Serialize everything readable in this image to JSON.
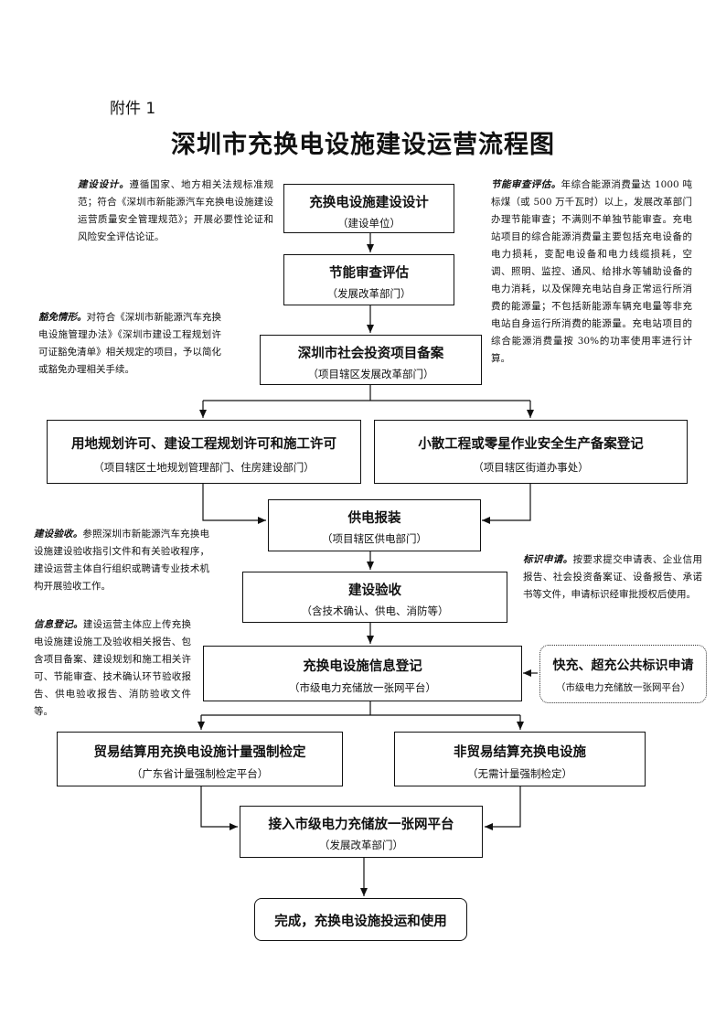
{
  "header": {
    "attachment_label": "附件 1",
    "title": "深圳市充换电设施建设运营流程图"
  },
  "flow": {
    "design": {
      "title": "充换电设施建设设计",
      "sub": "（建设单位）"
    },
    "energy_review": {
      "title": "节能审查评估",
      "sub": "（发展改革部门）"
    },
    "filing": {
      "title": "深圳市社会投资项目备案",
      "sub": "（项目辖区发展改革部门）"
    },
    "land_permit": {
      "title": "用地规划许可、建设工程规划许可和施工许可",
      "sub": "（项目辖区土地规划管理部门、住房建设部门）"
    },
    "safety_filing": {
      "title": "小散工程或零星作业安全生产备案登记",
      "sub": "（项目辖区街道办事处）"
    },
    "power_supply": {
      "title": "供电报装",
      "sub": "（项目辖区供电部门）"
    },
    "acceptance": {
      "title": "建设验收",
      "sub": "（含技术确认、供电、消防等）"
    },
    "info_registration": {
      "title": "充换电设施信息登记",
      "sub": "（市级电力充储放一张网平台）"
    },
    "public_logo": {
      "title": "快充、超充公共标识申请",
      "sub": "（市级电力充储放一张网平台）"
    },
    "trade_metering": {
      "title": "贸易结算用充换电设施计量强制检定",
      "sub": "（广东省计量强制检定平台）"
    },
    "non_trade": {
      "title": "非贸易结算充换电设施",
      "sub": "（无需计量强制检定）"
    },
    "connect": {
      "title": "接入市级电力充储放一张网平台",
      "sub": "（发展改革部门）"
    },
    "complete": {
      "title": "完成，充换电设施投运和使用"
    }
  },
  "notes": {
    "design": {
      "heading": "建设设计。",
      "body": "遵循国家、地方相关法规标准规范；符合《深圳市新能源汽车充换电设施建设运营质量安全管理规范》；开展必要性论证和风险安全评估论证。"
    },
    "energy": {
      "heading": "节能审查评估。",
      "body": "年综合能源消费量达 1000 吨标煤（或 500 万千瓦时）以上，发展改革部门办理节能审查；不满则不单独节能审查。充电站项目的综合能源消费量主要包括充电设备的电力损耗，变配电设备和电力线缆损耗，空调、照明、监控、通风、给排水等辅助设备的电力消耗，以及保障充电站自身正常运行所消费的能源量；不包括新能源车辆充电量等非充电站自身运行所消费的能源量。充电站项目的综合能源消费量按 30%的功率使用率进行计算。"
    },
    "exempt": {
      "heading": "豁免情形。",
      "body": "对符合《深圳市新能源汽车充换电设施管理办法》《深圳市建设工程规划许可证豁免清单》相关规定的项目，予以简化或豁免办理相关手续。"
    },
    "acceptance": {
      "heading": "建设验收。",
      "body": "参照深圳市新能源汽车充换电设施建设验收指引文件和有关验收程序，建设运营主体自行组织或聘请专业技术机构开展验收工作。"
    },
    "logo": {
      "heading": "标识申请。",
      "body": "按要求提交申请表、企业信用报告、社会投资备案证、设备报告、承诺书等文件，申请标识经审批授权后使用。"
    },
    "info": {
      "heading": "信息登记。",
      "body": "建设运营主体应上传充换电设施建设施工及验收相关报告、包含项目备案、建设规划和施工相关许可、节能审查、技术确认环节验收报告、供电验收报告、消防验收文件等。"
    }
  }
}
